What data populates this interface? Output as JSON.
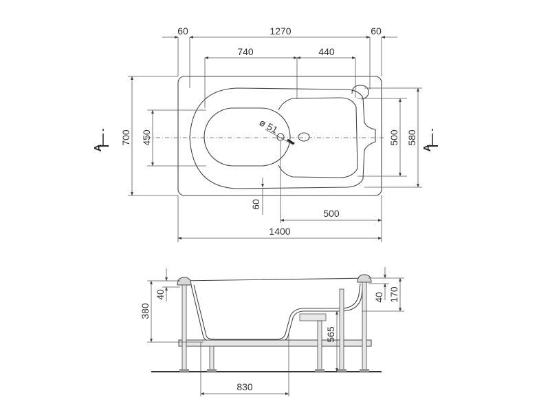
{
  "top_view": {
    "rim_left": "60",
    "inner_length": "1270",
    "rim_right": "60",
    "body_length": "740",
    "seat_length": "440",
    "overall_width": "700",
    "bottom_width": "450",
    "drain_label": "ø 51",
    "seat_width": "500",
    "inner_width": "580",
    "drain_offset": "60",
    "drain_to_end": "500",
    "overall_length": "1400",
    "section_mark": "A"
  },
  "side_view": {
    "height_left": "380",
    "rim_left": "40",
    "rim_right": "40",
    "height_right": "170",
    "seat_height": "565",
    "bottom_length": "830"
  },
  "colors": {
    "outline": "#444444",
    "dimension_line": "#555555",
    "floor": "#333333"
  }
}
